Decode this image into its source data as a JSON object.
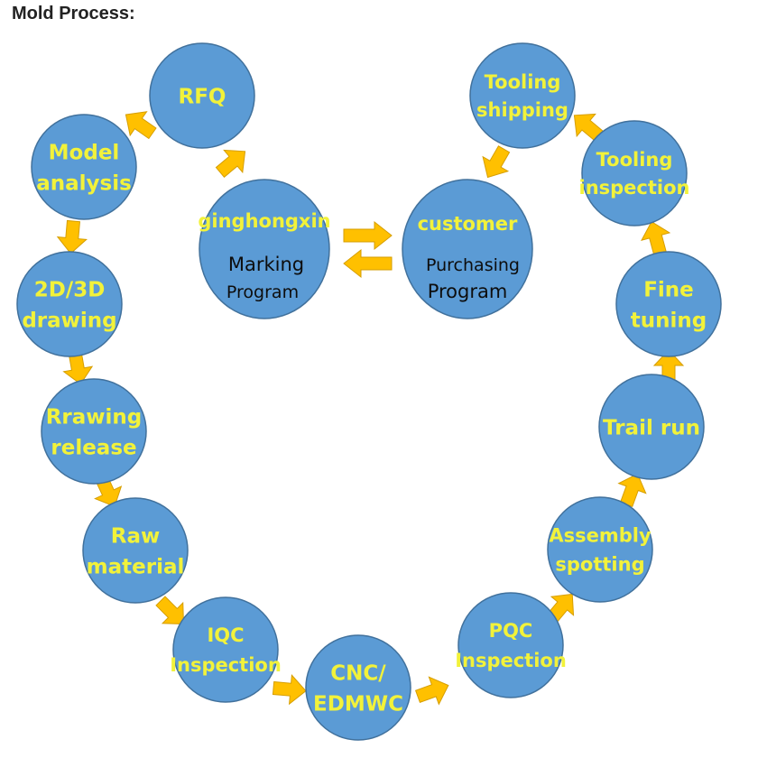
{
  "page_title": "Mold Process:",
  "colors": {
    "circle_fill": "#5b9bd5",
    "circle_stroke": "#41719c",
    "label_yellow": "#f2f23a",
    "arrow_fill": "#ffc000",
    "arrow_stroke": "#d69e00",
    "dark_text": "#0d0d0d"
  },
  "center": {
    "left": {
      "line1": "ginghongxin",
      "line2": "Marking",
      "line3": "Program"
    },
    "right": {
      "line1": "customer",
      "line2": "Purchasing",
      "line3": "Program"
    }
  },
  "steps": [
    {
      "id": "rfq",
      "lines": [
        "RFQ"
      ]
    },
    {
      "id": "model-analysis",
      "lines": [
        "Model",
        "analysis"
      ]
    },
    {
      "id": "2d3d-drawing",
      "lines": [
        "2D/3D",
        "drawing"
      ]
    },
    {
      "id": "rrawing-release",
      "lines": [
        "Rrawing",
        "release"
      ]
    },
    {
      "id": "raw-material",
      "lines": [
        "Raw",
        "material"
      ]
    },
    {
      "id": "iqc-inspection",
      "lines": [
        "IQC",
        "Inspection"
      ]
    },
    {
      "id": "cnc-edmwc",
      "lines": [
        "CNC/",
        "EDMWC"
      ]
    },
    {
      "id": "pqc-inspection",
      "lines": [
        "PQC",
        "Inspection"
      ]
    },
    {
      "id": "assembly-spotting",
      "lines": [
        "Assembly",
        "spotting"
      ]
    },
    {
      "id": "trail-run",
      "lines": [
        "Trail run"
      ]
    },
    {
      "id": "fine-tuning",
      "lines": [
        "Fine",
        "tuning"
      ]
    },
    {
      "id": "tooling-inspection",
      "lines": [
        "Tooling",
        "inspection"
      ]
    },
    {
      "id": "tooling-shipping",
      "lines": [
        "Tooling",
        "shipping"
      ]
    }
  ]
}
